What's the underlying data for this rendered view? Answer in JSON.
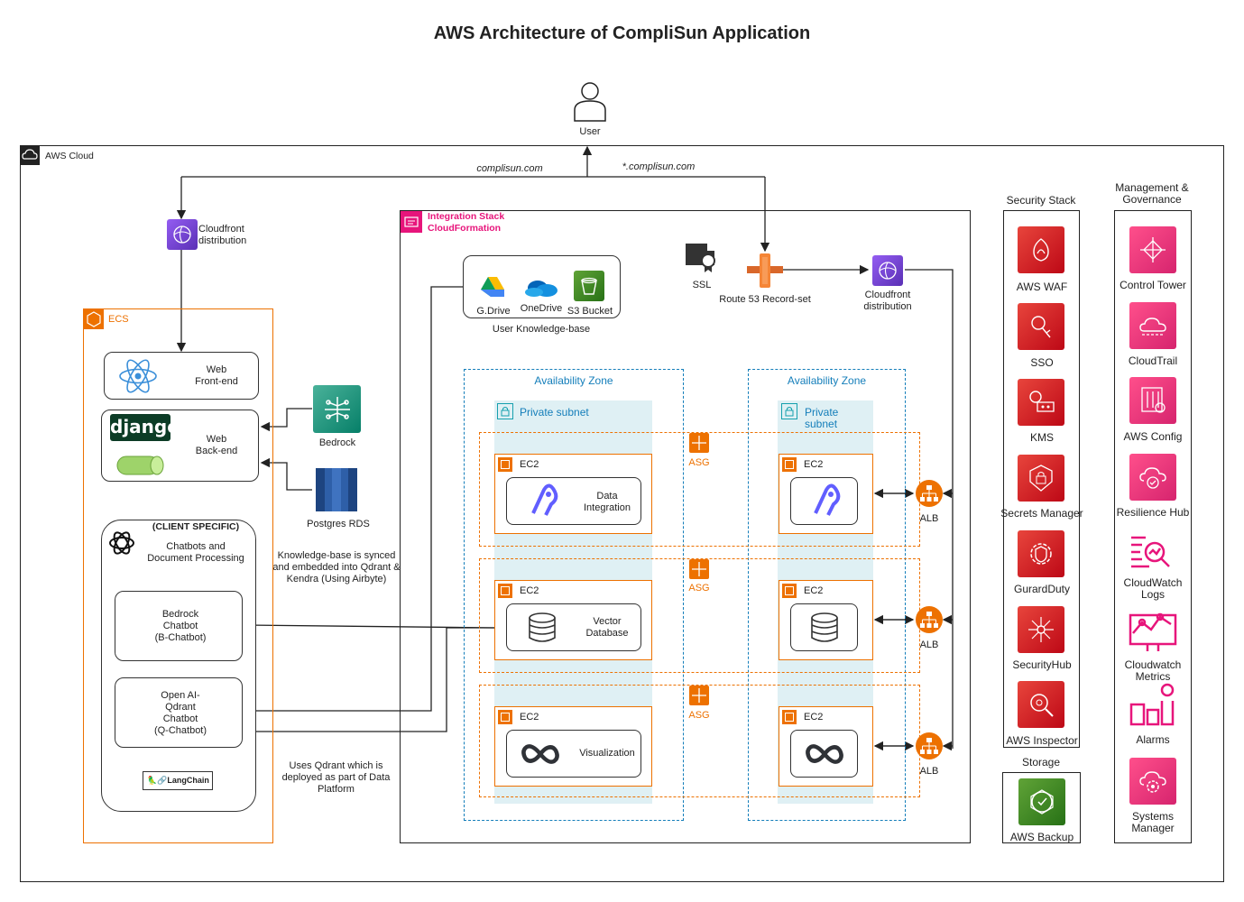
{
  "title": "AWS Architecture of CompliSun Application",
  "user": {
    "label": "User"
  },
  "aws_cloud": {
    "label": "AWS Cloud"
  },
  "dns": {
    "apex": "complisun.com",
    "wildcard": "*.complisun.com"
  },
  "cloudfront_left": {
    "line1": "Cloudfront",
    "line2": "distribution"
  },
  "cloudfront_right": {
    "line1": "Cloudfront",
    "line2": "distribution"
  },
  "ecs": {
    "label": "ECS",
    "web_frontend": {
      "line1": "Web",
      "line2": "Front-end"
    },
    "web_backend": {
      "line1": "Web",
      "line2": "Back-end",
      "django": "django"
    },
    "client": {
      "header": "(CLIENT SPECIFIC)",
      "line1": "Chatbots and",
      "line2": "Document Processing",
      "bedrock_chatbot": {
        "l1": "Bedrock",
        "l2": "Chatbot",
        "l3": "(B-Chatbot)"
      },
      "openai_chatbot": {
        "l1": "Open AI-",
        "l2": "Qdrant",
        "l3": "Chatbot",
        "l4": "(Q-Chatbot)"
      },
      "langchain": "LangChain"
    }
  },
  "bedrock": {
    "label": "Bedrock"
  },
  "postgres": {
    "label": "Postgres RDS"
  },
  "note_sync": {
    "l1": "Knowledge-base is synced",
    "l2": "and embedded into Qdrant &",
    "l3": "Kendra (Using Airbyte)"
  },
  "note_qdrant": {
    "l1": "Uses Qdrant which is",
    "l2": "deployed as part of Data",
    "l3": "Platform"
  },
  "integration": {
    "line1": "Integration Stack",
    "line2": "CloudFormation"
  },
  "knowledge": {
    "gdrive": "G.Drive",
    "onedrive": "OneDrive",
    "s3": "S3 Bucket",
    "caption": "User Knowledge-base"
  },
  "ssl": {
    "label": "SSL"
  },
  "route53": {
    "label": "Route 53 Record-set"
  },
  "az_left": {
    "label": "Availability Zone",
    "subnet": "Private subnet"
  },
  "az_right": {
    "label": "Availability Zone",
    "subnet_l1": "Private",
    "subnet_l2": "subnet"
  },
  "ec2_label": "EC2",
  "asg_label": "ASG",
  "alb_label": "ALB",
  "rows": [
    {
      "l1": "Data",
      "l2": "Integration"
    },
    {
      "l1": "Vector",
      "l2": "Database"
    },
    {
      "l1": "Visualization",
      "l2": ""
    }
  ],
  "security": {
    "header": "Security Stack",
    "items": [
      "AWS WAF",
      "SSO",
      "KMS",
      "Secrets Manager",
      "GurardDuty",
      "SecurityHub",
      "AWS Inspector"
    ]
  },
  "storage": {
    "header": "Storage",
    "item": "AWS Backup"
  },
  "management": {
    "header_l1": "Management &",
    "header_l2": "Governance",
    "items": [
      "Control Tower",
      "CloudTrail",
      "AWS Config",
      "Resilience Hub",
      "CloudWatch Logs",
      "Cloudwatch Metrics",
      "Alarms",
      "Systems Manager"
    ]
  },
  "colors": {
    "orange": "#ed7100",
    "blue": "#147eba",
    "pink": "#e7157b",
    "red": "#bd0816",
    "green": "#277116"
  }
}
